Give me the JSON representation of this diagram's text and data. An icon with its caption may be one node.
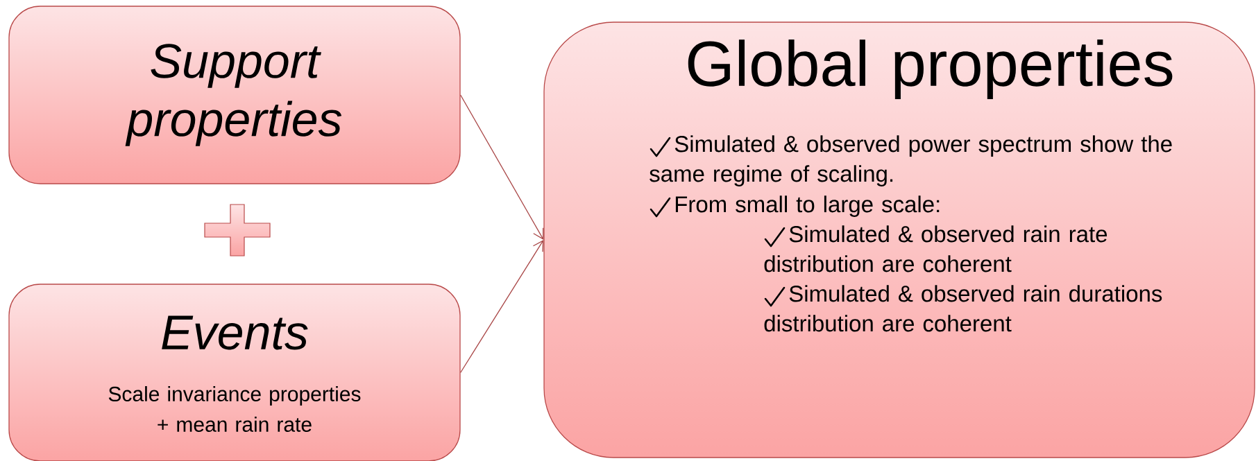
{
  "diagram": {
    "nodes": [
      {
        "text": [
          "Support properties"
        ]
      },
      {
        "text": [
          "Events",
          "Scale invariance properties + mean rain rate"
        ]
      },
      {
        "text": [
          "Global properties",
          "Simulated & observed power spectrum show the same regime of scaling.",
          "From small to large scale:",
          "Simulated & observed rain rate distribution are coherent",
          "Simulated & observed rain durations distribution are coherent"
        ]
      }
    ],
    "edges": [
      {
        "from": 0,
        "to": 2,
        "arrow": "to"
      },
      {
        "from": 1,
        "to": 2,
        "arrow": "to"
      }
    ]
  }
}
